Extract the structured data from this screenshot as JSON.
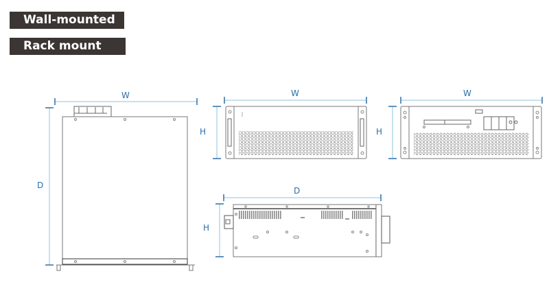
{
  "labels": {
    "wall_mounted": "Wall-mounted",
    "rack_mount": "Rack mount"
  },
  "dimensions": {
    "top_view": {
      "width": "W",
      "depth": "D"
    },
    "front_view": {
      "width": "W",
      "height": "H"
    },
    "front_view_alt": {
      "width": "W",
      "height": "H"
    },
    "side_view": {
      "depth": "D",
      "height": "H"
    }
  },
  "colors": {
    "tag_bg": "#3b3533",
    "dimension_line": "#8fc3df",
    "dimension_text": "#2a6fa8",
    "outline": "#555555"
  }
}
